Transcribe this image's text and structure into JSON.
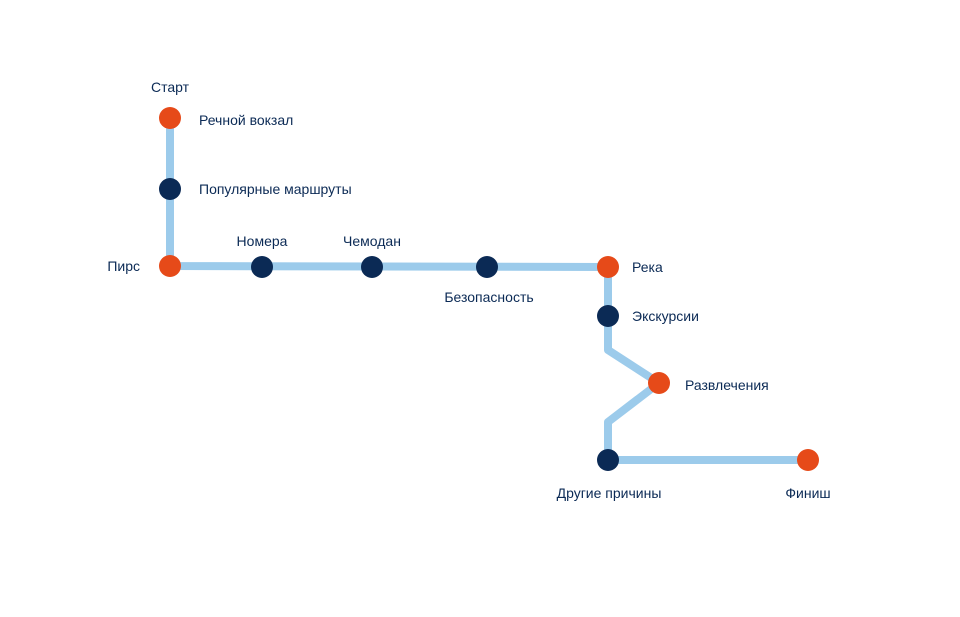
{
  "title": "",
  "start_label": "Старт",
  "colors": {
    "line": "#9ccbeb",
    "major_stop": "#e64a19",
    "minor_stop": "#0b2a55",
    "text": "#0b2a55"
  },
  "stops": [
    {
      "label": "Речной вокзал",
      "kind": "major"
    },
    {
      "label": "Популярные маршруты",
      "kind": "minor"
    },
    {
      "label": "Пирс",
      "kind": "major"
    },
    {
      "label": "Номера",
      "kind": "minor"
    },
    {
      "label": "Чемодан",
      "kind": "minor"
    },
    {
      "label": "Безопасность",
      "kind": "minor"
    },
    {
      "label": "Река",
      "kind": "major"
    },
    {
      "label": "Экскурсии",
      "kind": "minor"
    },
    {
      "label": "Развлечения",
      "kind": "major"
    },
    {
      "label": "Другие причины",
      "kind": "minor"
    },
    {
      "label": "Финиш",
      "kind": "major"
    }
  ]
}
